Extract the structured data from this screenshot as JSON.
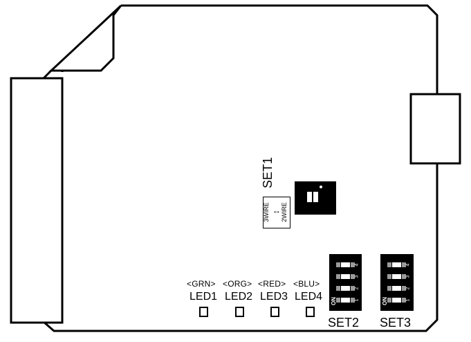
{
  "set1": {
    "label": "SET1",
    "wire_top": "3WIRE",
    "wire_bottom": "2WIRE",
    "arrow": "↕"
  },
  "leds": [
    {
      "color_tag": "<GRN>",
      "name": "LED1"
    },
    {
      "color_tag": "<ORG>",
      "name": "LED2"
    },
    {
      "color_tag": "<RED>",
      "name": "LED3"
    },
    {
      "color_tag": "<BLU>",
      "name": "LED4"
    }
  ],
  "set2": {
    "label": "SET2",
    "on_label": "ON",
    "numbers": [
      "4",
      "3",
      "2",
      "1"
    ]
  },
  "set3": {
    "label": "SET3",
    "on_label": "ON",
    "numbers": [
      "4",
      "3",
      "2",
      "1"
    ]
  },
  "icons": {
    "connector_left": "terminal-block-icon",
    "connector_right": "side-connector-icon"
  },
  "colors": {
    "outline": "#000000",
    "board": "#ffffff",
    "dip_body": "#000000",
    "dip_slot": "#9a9a9a"
  }
}
